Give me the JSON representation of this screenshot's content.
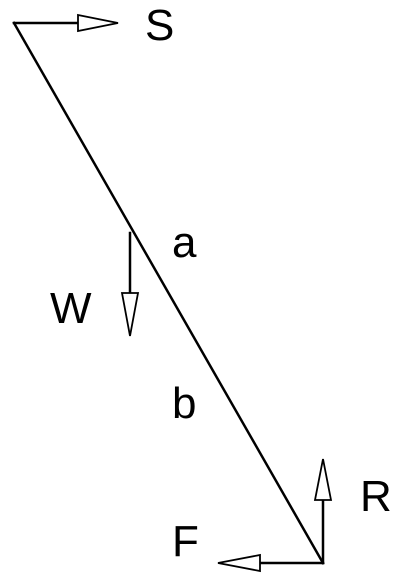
{
  "labels": {
    "S": "S",
    "a": "a",
    "W": "W",
    "b": "b",
    "R": "R",
    "F": "F"
  },
  "colors": {
    "line": "#000000",
    "arrowhead_fill": "#ffffff",
    "background": "#ffffff"
  }
}
